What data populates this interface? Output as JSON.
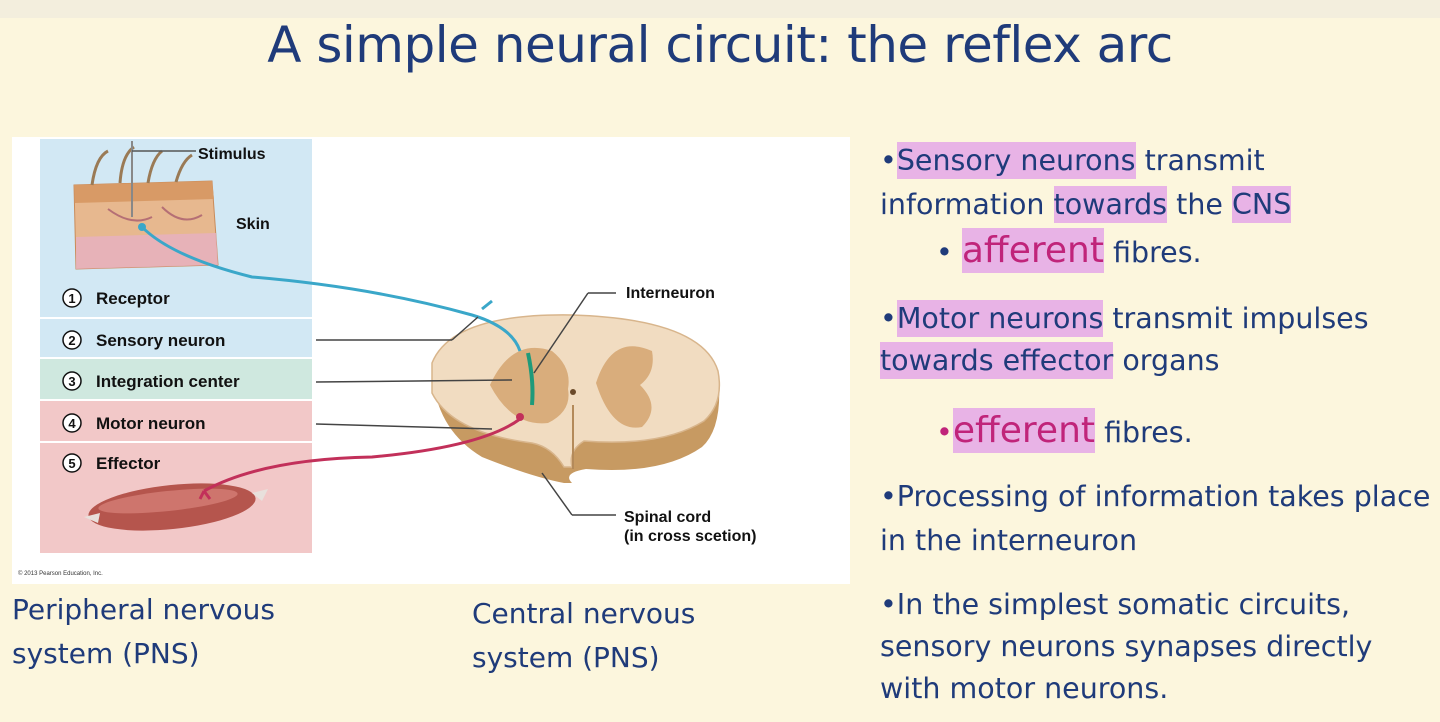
{
  "slide": {
    "title": "A simple neural circuit: the reflex arc"
  },
  "figure": {
    "labels": {
      "stimulus": "Stimulus",
      "skin": "Skin",
      "interneuron": "Interneuron",
      "spinal_cord_line1": "Spinal cord",
      "spinal_cord_line2": "(in cross scetion)",
      "copyright": "© 2013 Pearson Education, Inc."
    },
    "steps": [
      {
        "num": "1",
        "label": "Receptor"
      },
      {
        "num": "2",
        "label": "Sensory neuron"
      },
      {
        "num": "3",
        "label": "Integration center"
      },
      {
        "num": "4",
        "label": "Motor neuron"
      },
      {
        "num": "5",
        "label": "Effector"
      }
    ]
  },
  "captions": {
    "pns_line1": "Peripheral nervous",
    "pns_line2": "system (PNS)",
    "cns_line1": "Central nervous",
    "cns_line2": "system (PNS)"
  },
  "bullets": {
    "b1": {
      "bullet": "•",
      "hl1": "Sensory neurons",
      "t1": " transmit",
      "t2": "information ",
      "hl2": "towards",
      "t3": " the ",
      "hl3": "CNS"
    },
    "b1_sub": {
      "bullet": "• ",
      "hl": "afferent",
      "t": " fibres."
    },
    "b2": {
      "bullet": "•",
      "hl1": "Motor neurons",
      "t1": " transmit impulses",
      "hl2": "towards effector",
      "t2": " organs"
    },
    "b2_sub": {
      "bullet": "•",
      "hl": "efferent",
      "t": " fibres."
    },
    "b3": {
      "l1": "•Processing of information takes  place",
      "l2": "in the interneuron"
    },
    "b4": {
      "l1": "•In  the simplest somatic circuits,",
      "l2": "sensory neurons synapses  directly",
      "l3": "with motor neurons."
    }
  },
  "colors": {
    "text_blue": "#1f3b7a",
    "highlight": "#e8b3e6",
    "pink_text": "#c0247a",
    "panel_blue": "#d2e8f4",
    "panel_green": "#cfe8df",
    "panel_red": "#f2c8c8",
    "sensory_neuron": "#3aa7c9",
    "motor_neuron": "#c2305a",
    "interneuron": "#1f9a7a"
  }
}
